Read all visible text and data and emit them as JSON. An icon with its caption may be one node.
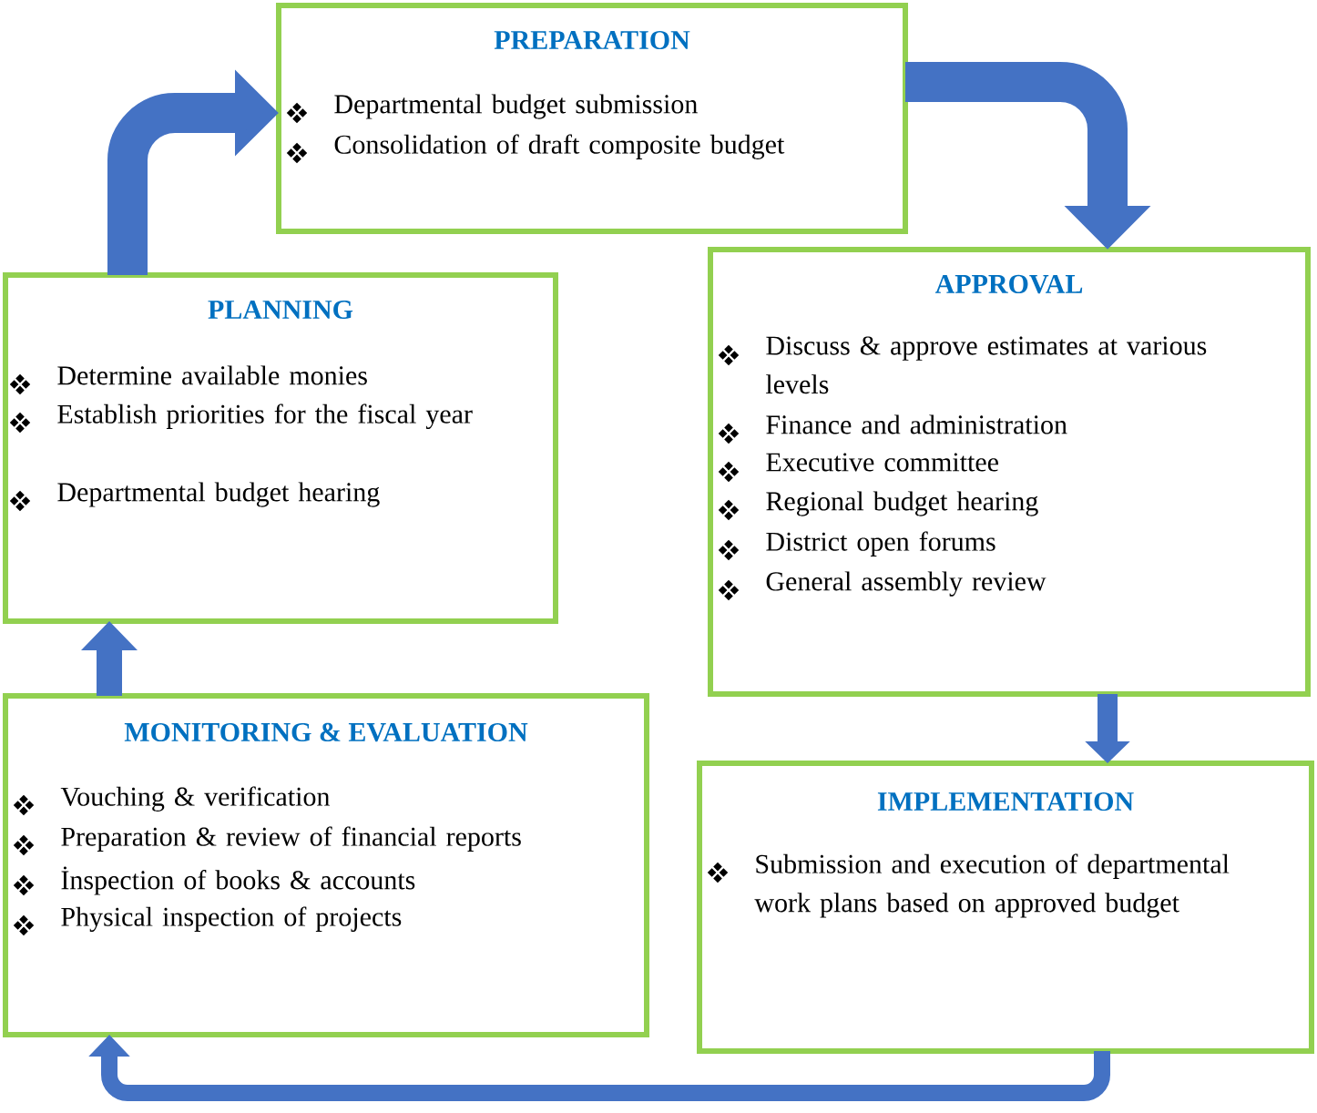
{
  "diagram": {
    "nodes": [
      {
        "text": [
          "PREPARATION",
          "Departmental budget submission",
          "Consolidation of draft composite budget"
        ]
      },
      {
        "text": [
          "PLANNING",
          "Determine available monies",
          "Establish priorities for the fiscal year",
          "Departmental budget hearing"
        ]
      },
      {
        "text": [
          "APPROVAL",
          "Discuss & approve estimates at various levels",
          "Finance and administration",
          "Executive committee",
          "Regional budget hearing",
          "District open forums",
          "General assembly review"
        ]
      },
      {
        "text": [
          "MONITORING & EVALUATION",
          "Vouching & verification",
          "Preparation & review of financial reports",
          "İnspection of books & accounts",
          "Physical inspection of projects"
        ]
      },
      {
        "text": [
          "IMPLEMENTATION",
          "Submission and execution of departmental work plans based on approved budget"
        ]
      }
    ],
    "edges": [
      {
        "from": 1,
        "to": 0,
        "arrow": "to"
      },
      {
        "from": 0,
        "to": 2,
        "arrow": "to"
      },
      {
        "from": 2,
        "to": 4,
        "arrow": "to"
      },
      {
        "from": 4,
        "to": 3,
        "arrow": "to"
      },
      {
        "from": 3,
        "to": 1,
        "arrow": "to"
      }
    ]
  }
}
